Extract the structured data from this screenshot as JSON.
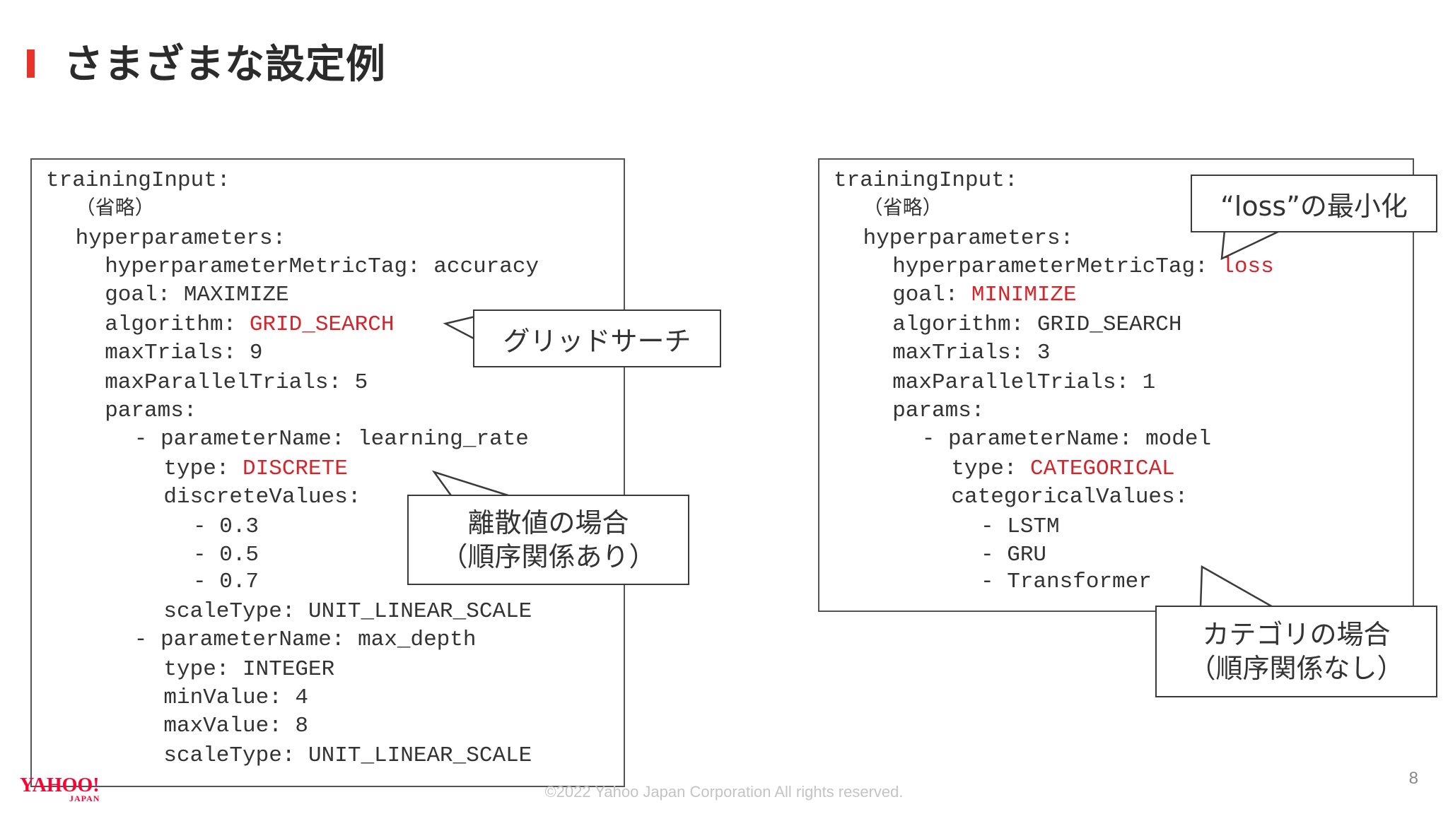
{
  "slide": {
    "title": "さまざまな設定例",
    "page_number": "8",
    "copyright": "©2022 Yahoo Japan Corporation All rights reserved.",
    "logo": {
      "main": "YAHOO!",
      "sub": "JAPAN",
      "color": "#ff0033"
    },
    "accent_color": "#e8332a",
    "highlight_color": "#d4252b"
  },
  "left_panel": {
    "lines": [
      {
        "indent": 0,
        "key": "trainingInput:",
        "value": ""
      },
      {
        "indent": 1,
        "omit": "（省略）"
      },
      {
        "indent": 1,
        "key": "hyperparameters:",
        "value": ""
      },
      {
        "indent": 2,
        "key": "hyperparameterMetricTag: ",
        "value": "accuracy"
      },
      {
        "indent": 2,
        "key": "goal: ",
        "value": "MAXIMIZE"
      },
      {
        "indent": 2,
        "key": "algorithm: ",
        "value": "GRID_SEARCH",
        "highlight": true
      },
      {
        "indent": 2,
        "key": "maxTrials: ",
        "value": "9"
      },
      {
        "indent": 2,
        "key": "maxParallelTrials: ",
        "value": "5"
      },
      {
        "indent": 2,
        "key": "params:",
        "value": ""
      },
      {
        "indent": 3,
        "key": "- parameterName: ",
        "value": "learning_rate"
      },
      {
        "indent": 4,
        "key": "type: ",
        "value": "DISCRETE",
        "highlight": true
      },
      {
        "indent": 4,
        "key": "discreteValues:",
        "value": ""
      },
      {
        "indent": 5,
        "key": "- ",
        "value": "0.3"
      },
      {
        "indent": 5,
        "key": "- ",
        "value": "0.5"
      },
      {
        "indent": 5,
        "key": "- ",
        "value": "0.7"
      },
      {
        "indent": 4,
        "key": "scaleType: ",
        "value": "UNIT_LINEAR_SCALE"
      },
      {
        "indent": 3,
        "key": "- parameterName: ",
        "value": "max_depth"
      },
      {
        "indent": 4,
        "key": "type: ",
        "value": "INTEGER"
      },
      {
        "indent": 4,
        "key": "minValue: ",
        "value": "4"
      },
      {
        "indent": 4,
        "key": "maxValue: ",
        "value": "8"
      },
      {
        "indent": 4,
        "key": "scaleType: ",
        "value": "UNIT_LINEAR_SCALE"
      }
    ]
  },
  "right_panel": {
    "lines": [
      {
        "indent": 0,
        "key": "trainingInput:",
        "value": ""
      },
      {
        "indent": 1,
        "omit": "（省略）"
      },
      {
        "indent": 1,
        "key": "hyperparameters:",
        "value": ""
      },
      {
        "indent": 2,
        "key": "hyperparameterMetricTag: ",
        "value": "loss",
        "highlight": true
      },
      {
        "indent": 2,
        "key": "goal: ",
        "value": "MINIMIZE",
        "highlight": true
      },
      {
        "indent": 2,
        "key": "algorithm: ",
        "value": "GRID_SEARCH"
      },
      {
        "indent": 2,
        "key": "maxTrials: ",
        "value": "3"
      },
      {
        "indent": 2,
        "key": "maxParallelTrials: ",
        "value": "1"
      },
      {
        "indent": 2,
        "key": "params:",
        "value": ""
      },
      {
        "indent": 3,
        "key": "- parameterName: ",
        "value": "model"
      },
      {
        "indent": 4,
        "key": "type: ",
        "value": "CATEGORICAL",
        "highlight": true
      },
      {
        "indent": 4,
        "key": "categoricalValues:",
        "value": ""
      },
      {
        "indent": 5,
        "key": "- ",
        "value": "LSTM"
      },
      {
        "indent": 5,
        "key": "- ",
        "value": "GRU"
      },
      {
        "indent": 5,
        "key": "- ",
        "value": "Transformer"
      }
    ]
  },
  "callouts": {
    "grid_search": {
      "lines": [
        "グリッドサーチ"
      ]
    },
    "discrete": {
      "lines": [
        "離散値の場合",
        "（順序関係あり）"
      ]
    },
    "loss": {
      "lines": [
        "“loss”の最小化"
      ]
    },
    "categorical": {
      "lines": [
        "カテゴリの場合",
        "（順序関係なし）"
      ]
    }
  }
}
